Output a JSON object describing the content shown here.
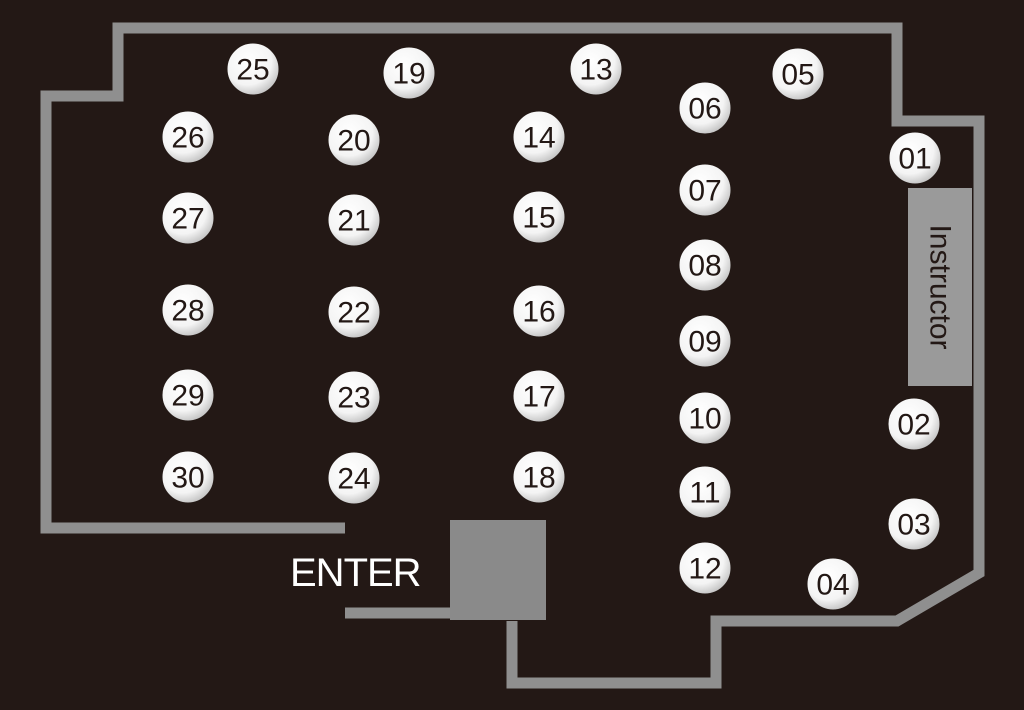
{
  "enter_label": "ENTER",
  "instructor_label": "Instructor",
  "colors": {
    "background": "#231815",
    "wall": "#8f8f8f",
    "entrance_block": "#8a8a8a",
    "instructor_desk": "#9a9a9a",
    "seat_fill": "#ffffff",
    "seat_text": "#231815"
  },
  "seats": [
    "01",
    "02",
    "03",
    "04",
    "05",
    "06",
    "07",
    "08",
    "09",
    "10",
    "11",
    "12",
    "13",
    "14",
    "15",
    "16",
    "17",
    "18",
    "19",
    "20",
    "21",
    "22",
    "23",
    "24",
    "25",
    "26",
    "27",
    "28",
    "29",
    "30"
  ]
}
